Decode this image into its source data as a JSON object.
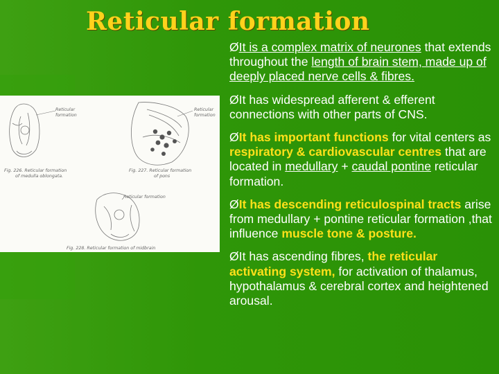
{
  "slide": {
    "title": "Reticular formation",
    "bullet_marker": "Ø",
    "bullets": [
      {
        "p1": "It is a complex matrix of neurones",
        "p2": " that extends throughout  the ",
        "p3": "length of brain stem, made up of deeply placed nerve cells & fibres."
      },
      {
        "p1": "It  has widespread afferent & efferent connections with other parts of CNS."
      },
      {
        "p1": "It has important functions",
        "p2": " for vital centers as ",
        "p3": "respiratory & cardiovascular centres",
        "p4": " that are located in ",
        "p5": "medullary",
        "p6": " + ",
        "p7": "caudal pontine",
        "p8": " reticular formation."
      },
      {
        "p1": "It has descending reticulospinal tracts",
        "p2": " arise from medullary + pontine reticular formation ,that influence ",
        "p3": "muscle tone & posture."
      },
      {
        "p1": "It has ascending fibres, ",
        "p2": "the reticular activating system,",
        "p3": " for activation of thalamus, hypothalamus  & cerebral cortex and heightened  arousal."
      }
    ]
  },
  "figure": {
    "labels": {
      "rf1_a": "Reticular",
      "rf1_b": "formation",
      "rf2_a": "Reticular",
      "rf2_b": "formation",
      "rf3": "Reticular formation",
      "cap226_a": "Fig. 226. Reticular formation",
      "cap226_b": "of medulla oblongata.",
      "cap227_a": "Fig. 227. Reticular formation",
      "cap227_b": "of pons",
      "cap228": "Fig. 228. Reticular formation of midbrain"
    }
  }
}
